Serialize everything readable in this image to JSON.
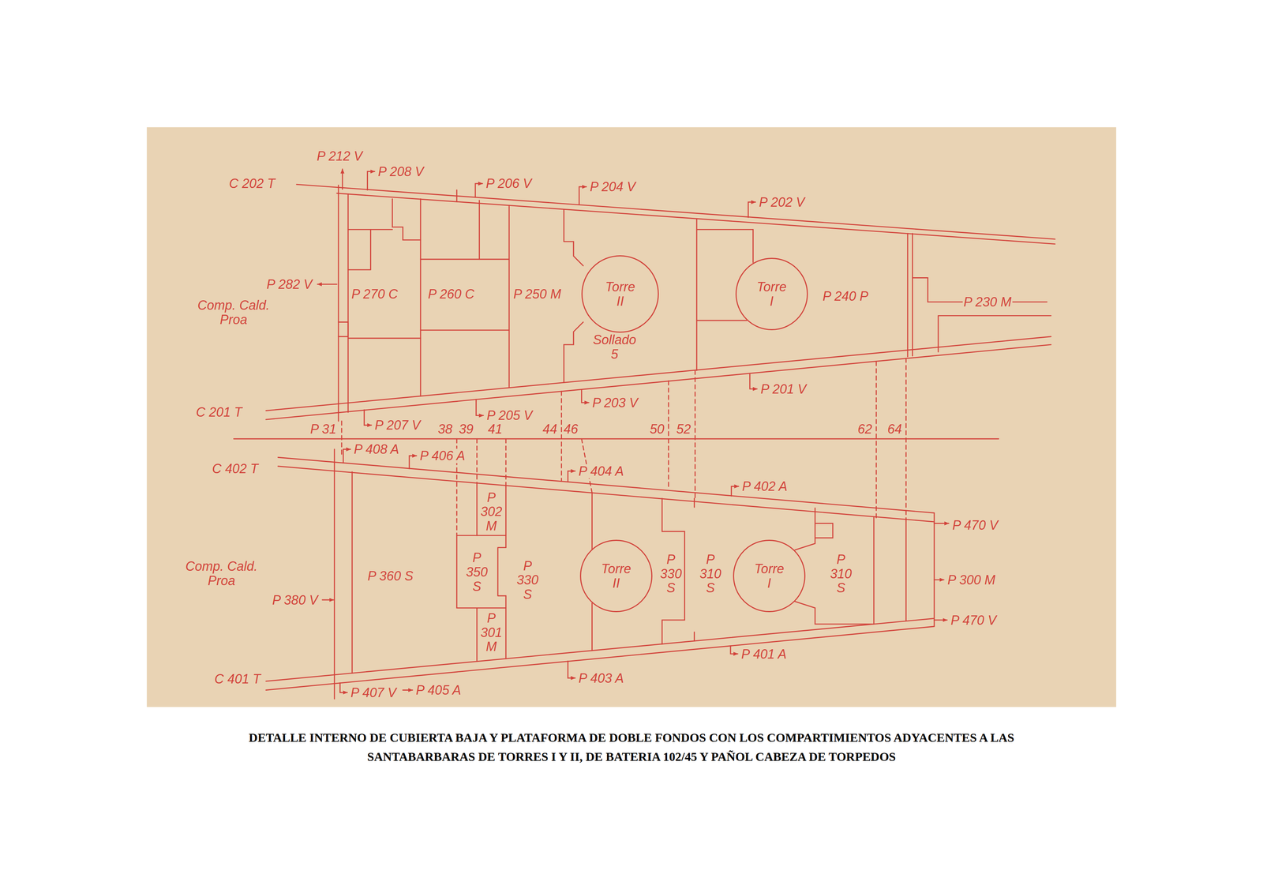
{
  "diagram": {
    "caption": "DETALLE INTERNO DE CUBIERTA BAJA Y PLATAFORMA DE DOBLE FONDOS CON LOS COMPARTIMIENTOS ADYACENTES A LAS SANTABARBARAS DE TORRES I Y II, DE BATERIA 102/45 Y PAÑOL CABEZA DE TORPEDOS",
    "nodes": [
      {
        "text": [
          "Torre II"
        ]
      },
      {
        "text": [
          "Torre I"
        ]
      },
      {
        "text": [
          "Torre II"
        ]
      },
      {
        "text": [
          "Torre I"
        ]
      }
    ],
    "labels": [
      "C 202 T",
      "P 212 V",
      "P 208 V",
      "P 206 V",
      "P 204 V",
      "P 202 V",
      "P 282 V",
      "Comp. Cald. Proa",
      "P 270 C",
      "P 260 C",
      "P 250 M",
      "Sollado 5",
      "P 240 P",
      "P 230 M",
      "P 203 V",
      "P 201 V",
      "C 201 T",
      "P 207 V",
      "P 205 V",
      "P 31",
      "38",
      "39",
      "41",
      "44",
      "46",
      "50",
      "52",
      "62",
      "64",
      "C 402 T",
      "P 408 A",
      "P 406 A",
      "P 404 A",
      "P 402 A",
      "P 302 M",
      "Comp. Cald. Proa",
      "P 380 V",
      "P 360 S",
      "P 350 S",
      "P 330 S",
      "P 330 S",
      "P 310 S",
      "P 310 S",
      "P 470 V",
      "P 300 M",
      "P 470 V",
      "P 301 M",
      "P 401 A",
      "P 403 A",
      "C 401 T",
      "P 407 V",
      "P 405 A"
    ]
  }
}
